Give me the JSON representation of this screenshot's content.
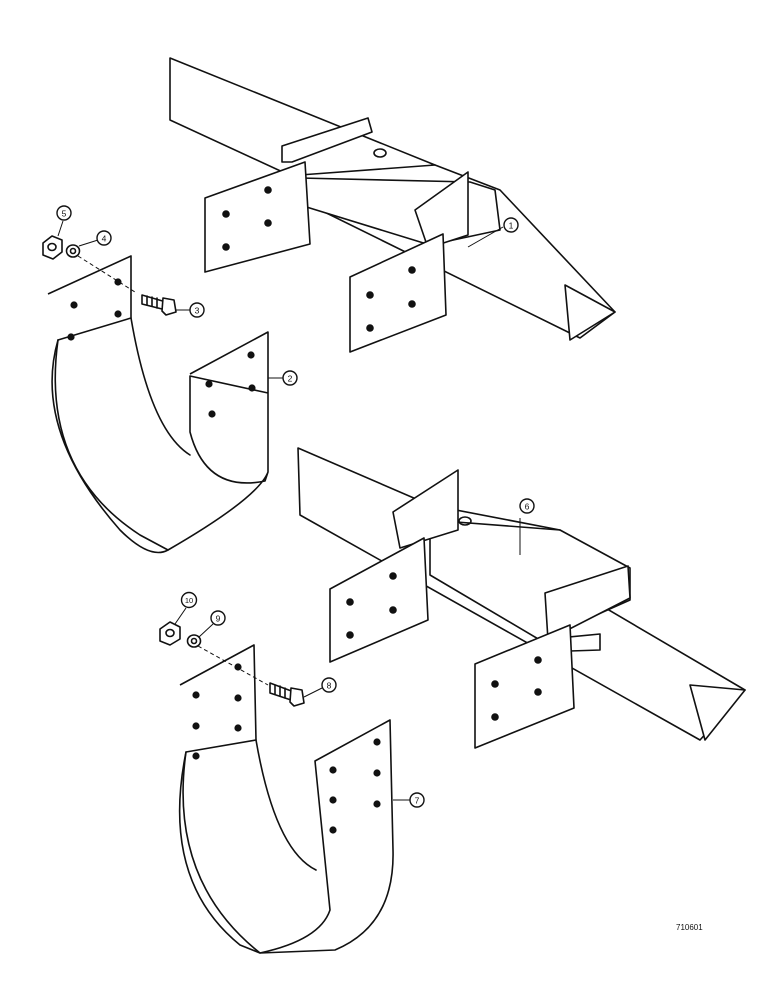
{
  "callouts": {
    "c1": "1",
    "c2": "2",
    "c3": "3",
    "c4": "4",
    "c5": "5",
    "c6": "6",
    "c7": "7",
    "c8": "8",
    "c9": "9",
    "c10": "10"
  },
  "figure_code": "710601"
}
